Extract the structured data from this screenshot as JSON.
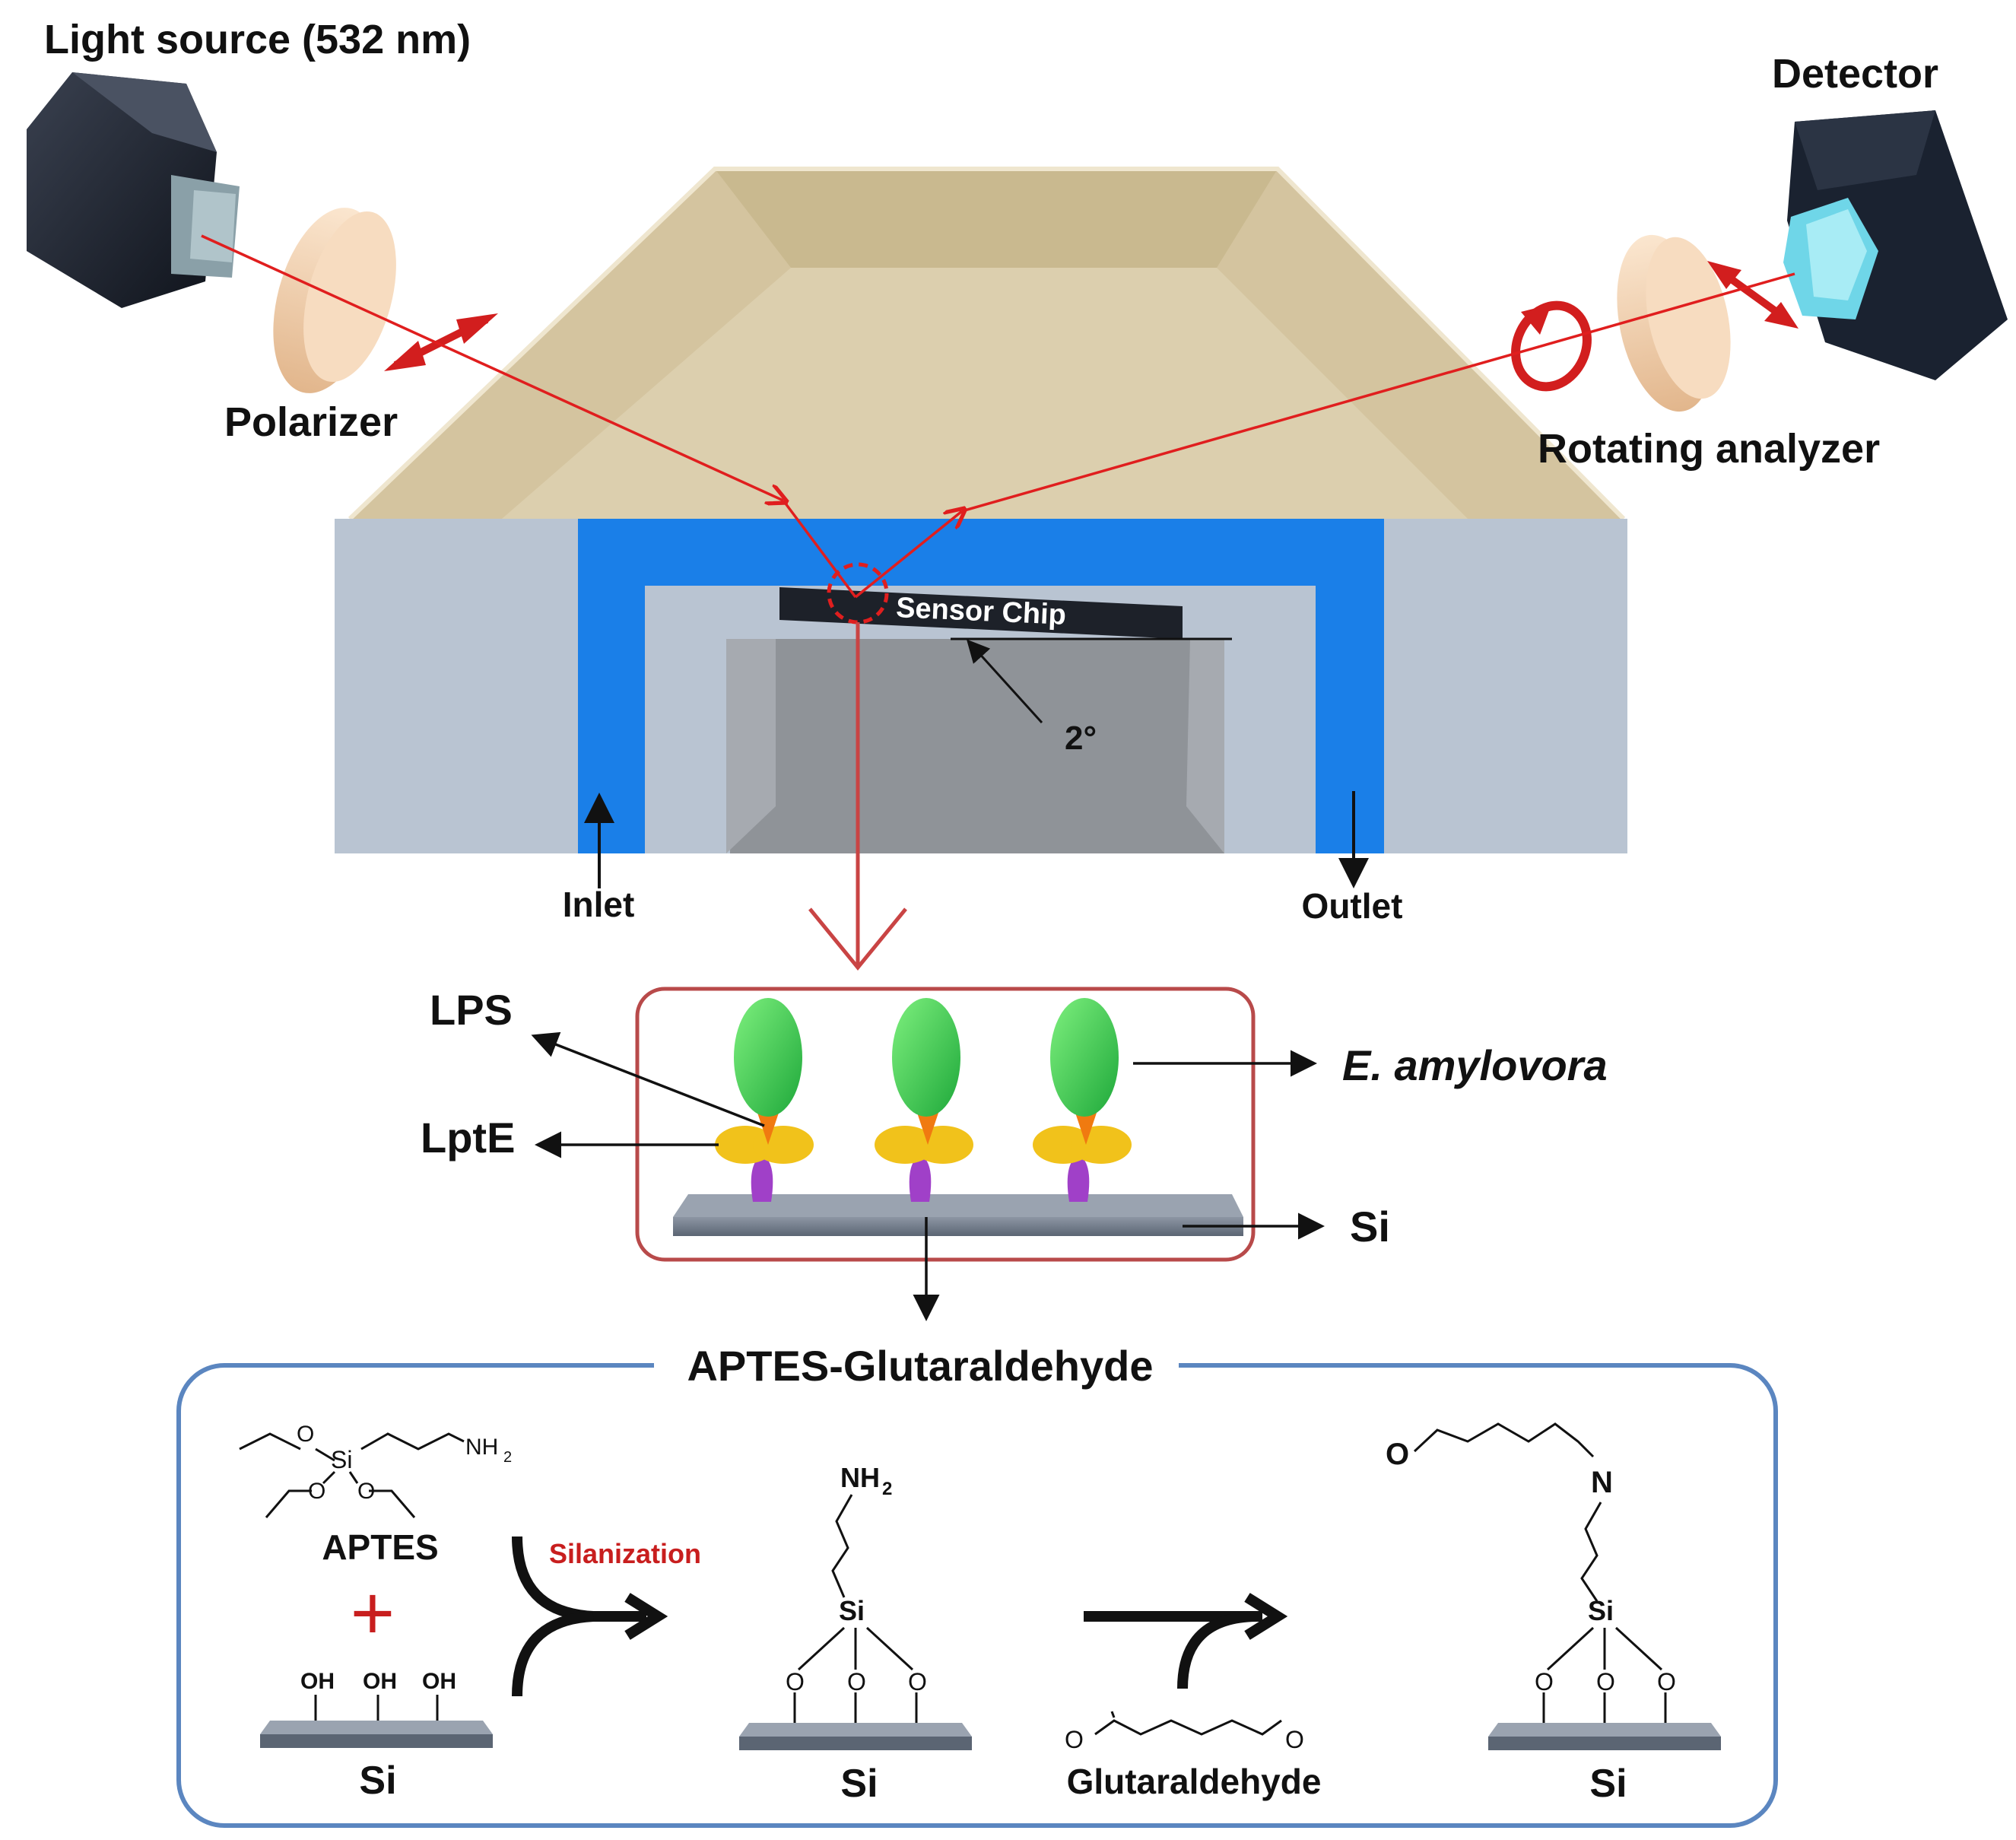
{
  "labels": {
    "light_source": "Light source (532 nm)",
    "polarizer": "Polarizer",
    "detector": "Detector",
    "rotating_analyzer": "Rotating analyzer",
    "sensor_chip": "Sensor Chip",
    "angle": "2°",
    "inlet": "Inlet",
    "outlet": "Outlet",
    "lps": "LPS",
    "lpte": "LptE",
    "e_amylovora": "E. amylovora",
    "si": "Si",
    "aptes_glutaraldehyde": "APTES-Glutaraldehyde"
  },
  "chemistry": {
    "aptes": "APTES",
    "plus": "+",
    "silanization": "Silanization",
    "glutaraldehyde": "Glutaraldehyde",
    "si_substrate": "Si",
    "oh": "OH",
    "o": "O",
    "si_atom": "Si",
    "nh": "NH",
    "sub2": "2",
    "n": "N"
  },
  "colors": {
    "laser": "#e01e1e",
    "fluid_channel": "#1a7fe8",
    "housing": "#b9c4d2",
    "prism": "#d6c7a3",
    "frame_red": "#b84a4a",
    "frame_blue": "#5b86c0"
  }
}
